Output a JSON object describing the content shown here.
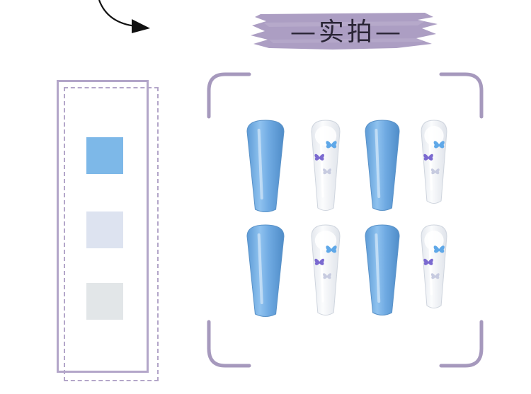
{
  "title": {
    "text": "—实拍—"
  },
  "colors": {
    "brush": "#9d8db8",
    "frame": "#a699bd",
    "panel_border": "#b3a6c9",
    "nail_blue": "#74aee0",
    "nail_clear": "#eef1f5"
  },
  "swatches": [
    {
      "name": "sky-blue",
      "color": "#7db8e8"
    },
    {
      "name": "pale-lavender",
      "color": "#dde3f0"
    },
    {
      "name": "pale-gray",
      "color": "#e2e6e8"
    }
  ],
  "nails": {
    "rows": 2,
    "pattern": [
      "solid-blue",
      "clear-butterfly",
      "solid-blue",
      "clear-butterfly"
    ]
  },
  "icons": [
    "curved-arrow-icon",
    "butterfly-icon"
  ]
}
